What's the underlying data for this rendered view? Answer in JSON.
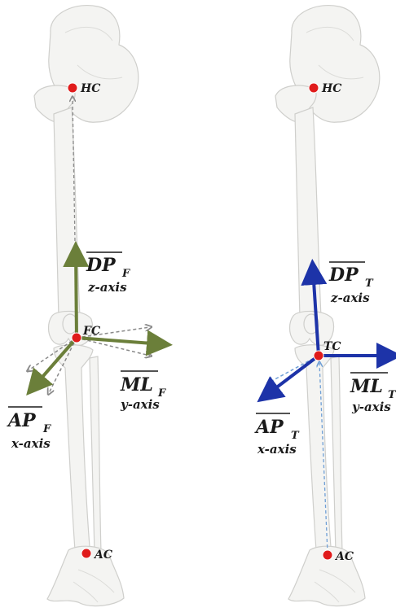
{
  "left_panel": {
    "points": {
      "hc": "HC",
      "fc": "FC",
      "ac": "AC"
    },
    "z_axis": {
      "symbol": "DP",
      "subscript": "F",
      "caption": "z-axis"
    },
    "y_axis": {
      "symbol": "ML",
      "subscript": "F",
      "caption": "y-axis"
    },
    "x_axis": {
      "symbol": "AP",
      "subscript": "F",
      "caption": "x-axis"
    }
  },
  "right_panel": {
    "points": {
      "hc": "HC",
      "tc": "TC",
      "ac": "AC"
    },
    "z_axis": {
      "symbol": "DP",
      "subscript": "T",
      "caption": "z-axis"
    },
    "y_axis": {
      "symbol": "ML",
      "subscript": "T",
      "caption": "y-axis"
    },
    "x_axis": {
      "symbol": "AP",
      "subscript": "T",
      "caption": "x-axis"
    }
  },
  "colors": {
    "femur_axes": "#6b7f3a",
    "tibia_axes": "#1d33a8",
    "landmark": "#e01b1b",
    "dashed_gray": "#8a8a8a",
    "dashed_blue": "#6f9fd6"
  }
}
